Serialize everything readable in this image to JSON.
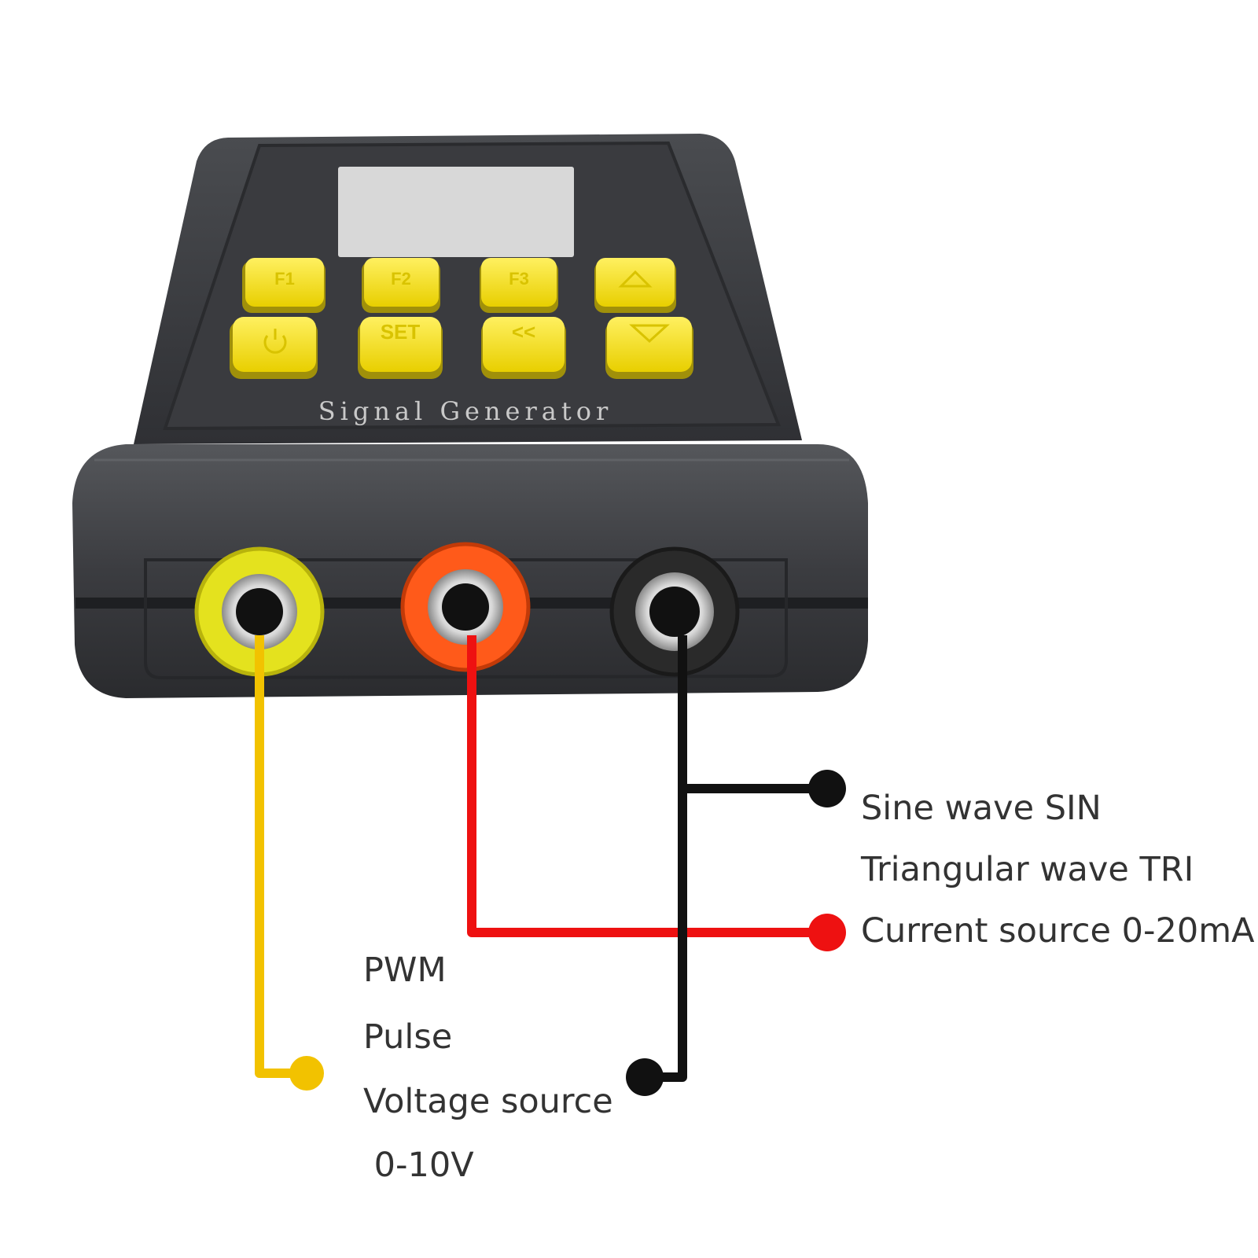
{
  "device": {
    "brand_label": "Signal Generator",
    "keys": {
      "top": [
        "F1",
        "F2",
        "F3"
      ],
      "bottom_set": "SET",
      "bottom_back": "<<",
      "up_icon": "triangle-up-icon",
      "down_icon": "triangle-down-icon",
      "power_icon": "power-icon"
    },
    "key_color": "#f4e21a"
  },
  "jacks": {
    "left_color": "#e4e21e",
    "middle_color": "#ff5a1a",
    "right_color": "#2a2a2a"
  },
  "wires": {
    "yellow": "#f2c200",
    "red": "#ee1111",
    "black": "#111111"
  },
  "callouts": {
    "black_top": [
      "Sine wave SIN",
      "Triangular wave TRI"
    ],
    "red": "Current source 0-20mA",
    "yellow": [
      "PWM",
      "Pulse",
      "Voltage source",
      " 0-10V"
    ]
  }
}
